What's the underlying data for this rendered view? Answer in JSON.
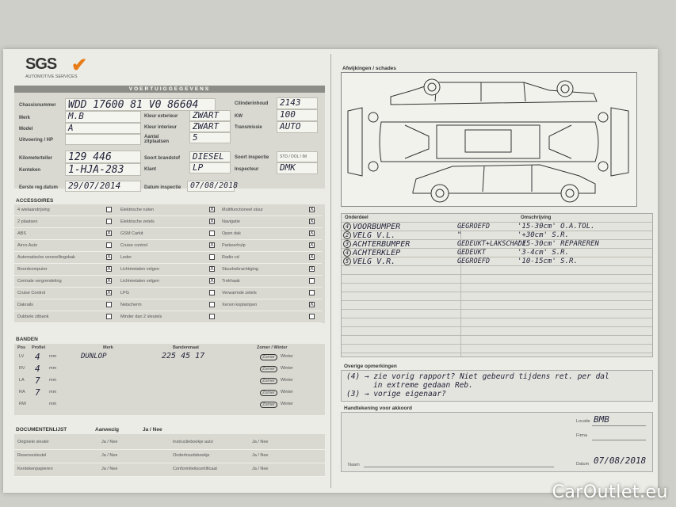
{
  "logo": {
    "brand": "SGS",
    "subtitle": "AUTOMOTIVE SERVICES"
  },
  "vehicle_section": {
    "title": "VOERTUIGGEGEVENS",
    "fields": [
      {
        "label": "Chassisnummer",
        "value": "WDD 17600 81 V0 86604"
      },
      {
        "label": "Merk",
        "value": "M.B"
      },
      {
        "label": "Model",
        "value": "A"
      },
      {
        "label": "Uitvoering / HP",
        "value": ""
      },
      {
        "label": "Kilometerteller",
        "value": "129 446"
      },
      {
        "label": "Kenteken",
        "value": "1-HJA-283"
      },
      {
        "label": "Eerste reg.datum",
        "value": "29/07/2014"
      }
    ],
    "middle_fields": [
      {
        "label": "Kleur exterieur",
        "value": "ZWART"
      },
      {
        "label": "Kleur interieur",
        "value": "ZWART"
      },
      {
        "label": "Aantal zitplaatsen",
        "value": "5"
      },
      {
        "label": "Soort brandstof",
        "value": "DIESEL"
      },
      {
        "label": "Klant",
        "value": "LP"
      },
      {
        "label": "Datum inspectie",
        "value": "07/08/2018"
      }
    ],
    "right_fields": [
      {
        "label": "Cilinderinhoud",
        "value": "2143"
      },
      {
        "label": "KW",
        "value": "100"
      },
      {
        "label": "Transmissie",
        "value": "AUTO"
      },
      {
        "label": "Soort inspectie",
        "value": "STD / DOL / IM"
      },
      {
        "label": "Inspecteur",
        "value": "DMK"
      }
    ]
  },
  "accessoires": {
    "title": "ACCESSOIRES",
    "rows": [
      [
        {
          "label": "4 wielaandrijving",
          "checked": ""
        },
        {
          "label": "Elektrische ruiten",
          "checked": "X"
        },
        {
          "label": "Multifunctioneel stuur",
          "checked": "X"
        }
      ],
      [
        {
          "label": "2 plaatsen",
          "checked": ""
        },
        {
          "label": "Elektrische zetels",
          "checked": "X"
        },
        {
          "label": "Navigatie",
          "checked": "X"
        }
      ],
      [
        {
          "label": "ABS",
          "checked": "X"
        },
        {
          "label": "GSM Carkit",
          "checked": ""
        },
        {
          "label": "Open dak",
          "checked": "X"
        }
      ],
      [
        {
          "label": "Airco Auto",
          "checked": ""
        },
        {
          "label": "Cruise control",
          "checked": "X"
        },
        {
          "label": "Parkeerhulp",
          "checked": "X"
        }
      ],
      [
        {
          "label": "Automatische versnellingsbak",
          "checked": "X"
        },
        {
          "label": "Leder",
          "checked": ""
        },
        {
          "label": "Radio cd",
          "checked": "X"
        }
      ],
      [
        {
          "label": "Boordcomputer",
          "checked": "X"
        },
        {
          "label": "Lichtmetalen velgen",
          "checked": "X"
        },
        {
          "label": "Stuurbekrachtiging",
          "checked": "X"
        }
      ],
      [
        {
          "label": "Centrale vergrendeling",
          "checked": "X"
        },
        {
          "label": "Lichtmetalen velgen",
          "checked": "X"
        },
        {
          "label": "Trekhaak",
          "checked": ""
        }
      ],
      [
        {
          "label": "Cruise Control",
          "checked": "X"
        },
        {
          "label": "LPG",
          "checked": ""
        },
        {
          "label": "Verwarmde zetels",
          "checked": ""
        }
      ],
      [
        {
          "label": "Dakrails",
          "checked": ""
        },
        {
          "label": "Netscherm",
          "checked": ""
        },
        {
          "label": "Xenon koplampen",
          "checked": "X"
        }
      ],
      [
        {
          "label": "Dubbele zitbank",
          "checked": ""
        },
        {
          "label": "Minder dan 2 sleutels",
          "checked": ""
        },
        {
          "label": "",
          "checked": ""
        }
      ]
    ]
  },
  "banden": {
    "title": "BANDEN",
    "headers": [
      "Pos",
      "Profiel",
      "Merk",
      "Bandenmaat",
      "Zomer / Winter"
    ],
    "rows": [
      {
        "pos": "LV",
        "profiel": "4",
        "unit": "mm",
        "merk": "DUNLOP",
        "maat": "225 45 17",
        "season": "Zomer"
      },
      {
        "pos": "RV",
        "profiel": "4",
        "unit": "mm",
        "merk": "",
        "maat": "",
        "season": "Zomer"
      },
      {
        "pos": "LA",
        "profiel": "7",
        "unit": "mm",
        "merk": "",
        "maat": "",
        "season": "Zomer"
      },
      {
        "pos": "RA",
        "profiel": "7",
        "unit": "mm",
        "merk": "",
        "maat": "",
        "season": "Zomer"
      },
      {
        "pos": "RW",
        "profiel": "",
        "unit": "mm",
        "merk": "",
        "maat": "",
        "season": "Zomer"
      }
    ],
    "winter_label": "Winter"
  },
  "documenten": {
    "title": "DOCUMENTENLIJST",
    "col_aanwezig": "Aanwezig",
    "col_ja_nee": "Ja / Nee",
    "rows": [
      {
        "left": "Originele sleutel",
        "left_val": "Ja / Nee",
        "right": "Instructieboekje auto",
        "right_val": "Ja / Nee"
      },
      {
        "left": "Reservesleutel",
        "left_val": "Ja / Nee",
        "right": "Onderhoudsboekje",
        "right_val": "Ja / Nee"
      },
      {
        "left": "Kentekenpapieren",
        "left_val": "Ja / Nee",
        "right": "Conformiteitscertificaat",
        "right_val": "Ja / Nee"
      }
    ]
  },
  "schades": {
    "title": "Afwijkingen / schades"
  },
  "damage_table": {
    "col_onderdeel": "Onderdeel",
    "col_omschrijving": "Omschrijving",
    "rows": [
      {
        "n": "4",
        "part": "VOORBUMPER",
        "state": "GEGROEFD",
        "desc": "'15-30cm' O.A.TOL."
      },
      {
        "n": "2",
        "part": "VELG V.L.",
        "state": "\"",
        "desc": "'+30cm' S.R."
      },
      {
        "n": "3",
        "part": "ACHTERBUMPER",
        "state": "GEDEUKT+LAKSCHADE",
        "desc": "'15-30cm' REPAREREN"
      },
      {
        "n": "4",
        "part": "ACHTERKLEP",
        "state": "GEDEUKT",
        "desc": "'3-4cm' S.R."
      },
      {
        "n": "5",
        "part": "VELG V.R.",
        "state": "GEGROEFD",
        "desc": "'10-15cm' S.R."
      }
    ]
  },
  "opmerkingen": {
    "title": "Overige opmerkingen",
    "line1": "(4) → zie vorig rapport? Niet gebeurd tijdens ret. per dal",
    "line2": "in extreme gedaan Reb.",
    "line3": "(3) → vorige eigenaar?"
  },
  "handtekening": {
    "title": "Handtekening voor akkoord",
    "locatie_label": "Locatie",
    "locatie_value": "BMB",
    "firma_label": "Firma",
    "naam_label": "Naam",
    "datum_label": "Datum",
    "datum_value": "07/08/2018"
  },
  "watermark": "CarOutlet.eu"
}
